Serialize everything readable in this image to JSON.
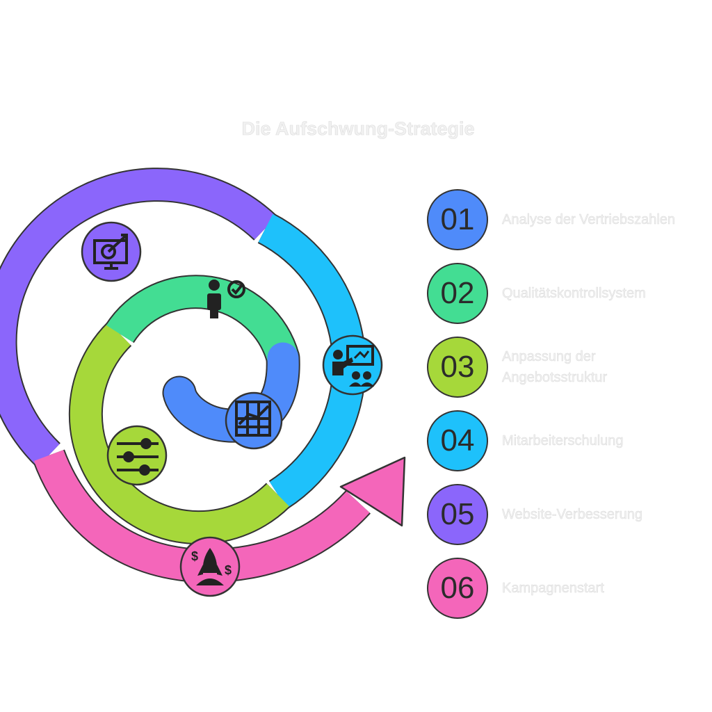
{
  "title": "Die Aufschwung-Strategie",
  "steps": [
    {
      "number": "01",
      "label": "Analyse der Vertriebszahlen",
      "color": "#4f8bfa",
      "icon": "growth-chart-icon"
    },
    {
      "number": "02",
      "label": "Qualitätskontrollsystem",
      "color": "#43dd93",
      "icon": "person-checkmark-icon"
    },
    {
      "number": "03",
      "label": "Anpassung der Angebotsstruktur",
      "color": "#a6d83a",
      "icon": "sliders-icon"
    },
    {
      "number": "04",
      "label": "Mitarbeiterschulung",
      "color": "#1ec1fb",
      "icon": "presentation-training-icon"
    },
    {
      "number": "05",
      "label": "Website-Verbesserung",
      "color": "#8b66fb",
      "icon": "monitor-target-icon"
    },
    {
      "number": "06",
      "label": "Kampagnenstart",
      "color": "#f466ba",
      "icon": "rocket-money-icon"
    }
  ]
}
